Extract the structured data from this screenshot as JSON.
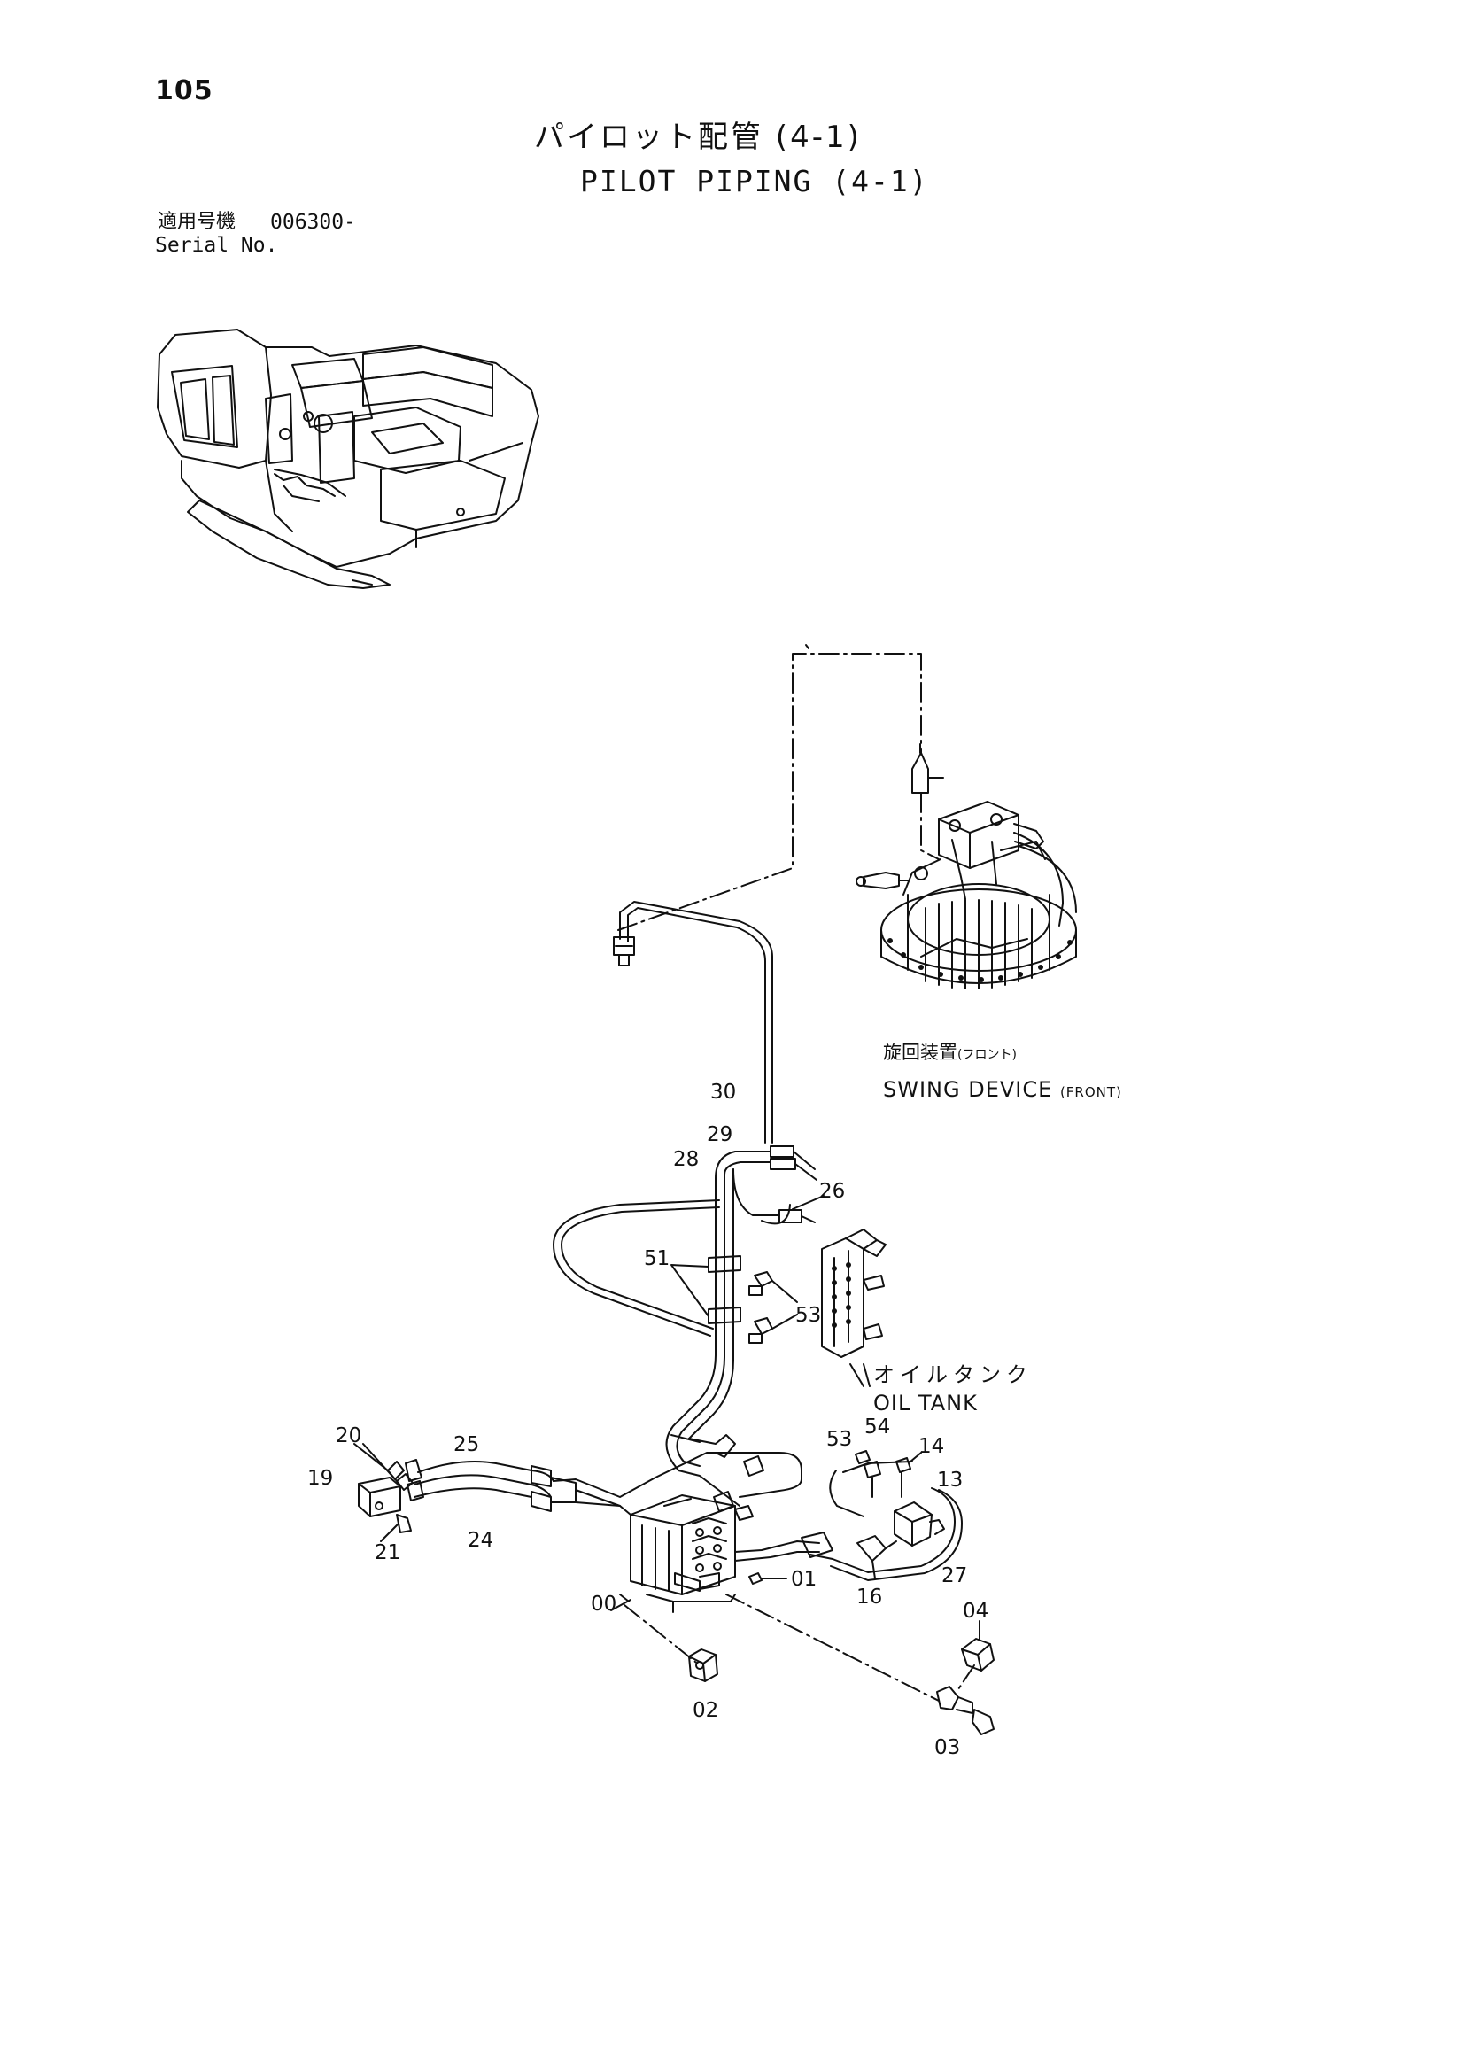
{
  "page_number": "105",
  "title_jp": "パイロット配管 (4-1)",
  "title_en": "PILOT PIPING (4-1)",
  "serial": {
    "label_jp": "適用号機",
    "value": "006300-",
    "label_en": "Serial No."
  },
  "callouts": {
    "swing_device_jp": "旋回装置",
    "swing_device_jp_note": "(フロント)",
    "swing_device_en": "SWING DEVICE",
    "swing_device_en_note": "(FRONT)",
    "oil_tank_jp": "オイルタンク",
    "oil_tank_en": "OIL TANK"
  },
  "part_numbers": {
    "p30": "30",
    "p29": "29",
    "p28": "28",
    "p26": "26",
    "p51": "51",
    "p53a": "53",
    "p53b": "53",
    "p54": "54",
    "p14": "14",
    "p13": "13",
    "p20": "20",
    "p25": "25",
    "p19": "19",
    "p24": "24",
    "p21": "21",
    "p16": "16",
    "p27": "27",
    "p01": "01",
    "p00": "00",
    "p04": "04",
    "p02": "02",
    "p03": "03"
  }
}
